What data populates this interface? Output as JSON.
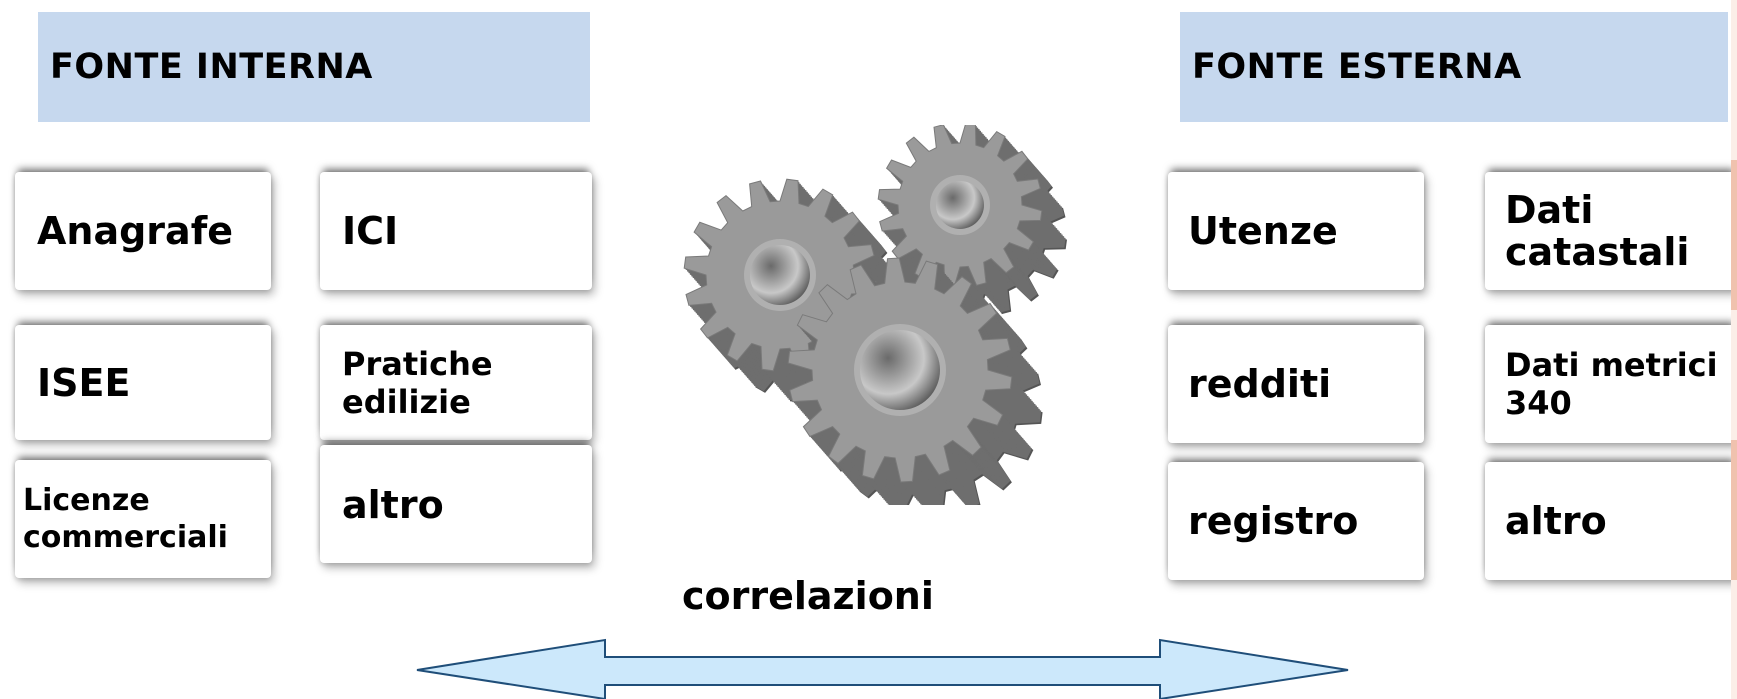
{
  "internal": {
    "title": "FONTE INTERNA",
    "items": [
      {
        "label": "Anagrafe"
      },
      {
        "label": "ICI"
      },
      {
        "label": "ISEE"
      },
      {
        "label": "Pratiche edilizie"
      },
      {
        "label": "Licenze commerciali"
      },
      {
        "label": "altro"
      }
    ]
  },
  "external": {
    "title": "FONTE ESTERNA",
    "items": [
      {
        "label": "Utenze"
      },
      {
        "label": "Dati catastali"
      },
      {
        "label": "redditi"
      },
      {
        "label": "Dati metrici 340"
      },
      {
        "label": "registro"
      },
      {
        "label": "altro"
      }
    ]
  },
  "center": {
    "label": "correlazioni",
    "icon": "gears-icon",
    "arrow": "double-arrow-icon"
  },
  "colors": {
    "header_bg": "#c6d8ee",
    "arrow_fill": "#cce8fb",
    "arrow_stroke": "#1f4e79",
    "gear": "#9a9a9a"
  }
}
